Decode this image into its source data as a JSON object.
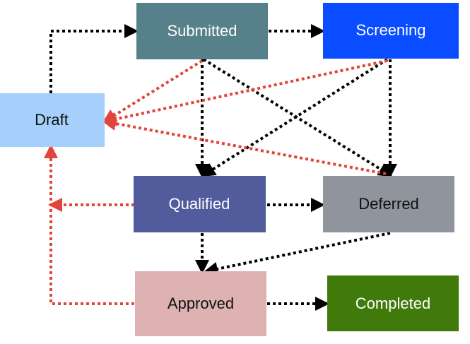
{
  "colors": {
    "black_arrow": "#000000",
    "red_arrow": "#e0443a"
  },
  "nodes": {
    "submitted": {
      "label": "Submitted",
      "fill": "#56808a",
      "text_color": "#ffffff"
    },
    "screening": {
      "label": "Screening",
      "fill": "#0a4cff",
      "text_color": "#ffffff"
    },
    "draft": {
      "label": "Draft",
      "fill": "#a4d0fb",
      "text_color": "#111111"
    },
    "qualified": {
      "label": "Qualified",
      "fill": "#525b9c",
      "text_color": "#ffffff"
    },
    "deferred": {
      "label": "Deferred",
      "fill": "#8f949d",
      "text_color": "#111111"
    },
    "approved": {
      "label": "Approved",
      "fill": "#deb2b3",
      "text_color": "#111111"
    },
    "completed": {
      "label": "Completed",
      "fill": "#3f7a0b",
      "text_color": "#ffffff"
    }
  },
  "edges": [
    {
      "from": "draft",
      "to": "submitted",
      "style": "black"
    },
    {
      "from": "submitted",
      "to": "screening",
      "style": "black"
    },
    {
      "from": "submitted",
      "to": "qualified",
      "style": "black"
    },
    {
      "from": "submitted",
      "to": "deferred",
      "style": "black"
    },
    {
      "from": "screening",
      "to": "qualified",
      "style": "black"
    },
    {
      "from": "screening",
      "to": "deferred",
      "style": "black"
    },
    {
      "from": "qualified",
      "to": "deferred",
      "style": "black"
    },
    {
      "from": "qualified",
      "to": "approved",
      "style": "black"
    },
    {
      "from": "deferred",
      "to": "approved",
      "style": "black"
    },
    {
      "from": "approved",
      "to": "completed",
      "style": "black"
    },
    {
      "from": "submitted",
      "to": "draft",
      "style": "red"
    },
    {
      "from": "screening",
      "to": "draft",
      "style": "red"
    },
    {
      "from": "deferred",
      "to": "draft",
      "style": "red"
    },
    {
      "from": "qualified",
      "to": "draft",
      "style": "red"
    },
    {
      "from": "approved",
      "to": "draft",
      "style": "red"
    }
  ]
}
